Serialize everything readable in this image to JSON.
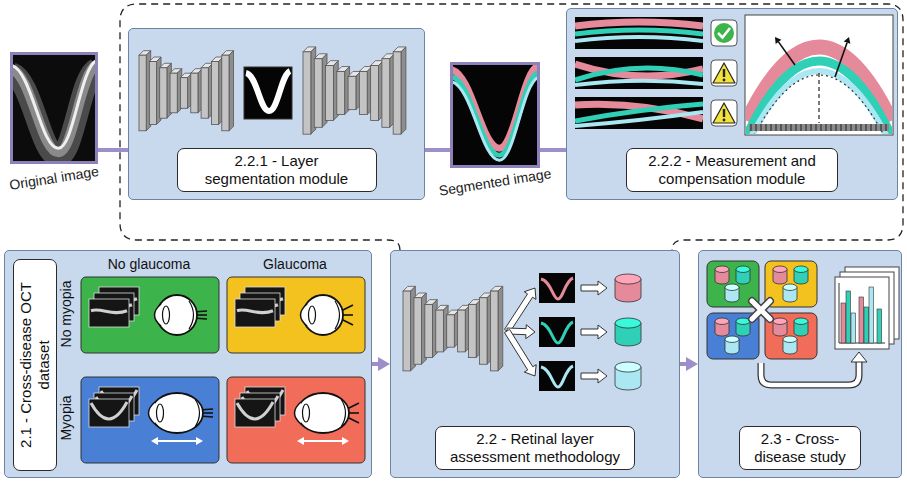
{
  "diagram": {
    "nodes": [
      {
        "text": [
          "Original image"
        ]
      },
      {
        "text": [
          "2.2.1 - Layer segmentation module"
        ]
      },
      {
        "text": [
          "Segmented image"
        ]
      },
      {
        "text": [
          "2.2.2 - Measurement and compensation module"
        ]
      },
      {
        "text": [
          "2.1 - Cross-disease OCT dataset"
        ]
      },
      {
        "text": [
          "2.2 - Retinal layer assessment methodology"
        ]
      },
      {
        "text": [
          "2.3 - Cross-disease study"
        ]
      }
    ],
    "edges": [
      {
        "from": 0,
        "to": 1,
        "arrow": "none"
      },
      {
        "from": 1,
        "to": 2,
        "arrow": "none"
      },
      {
        "from": 2,
        "to": 3,
        "arrow": "none"
      },
      {
        "from": 4,
        "to": 5,
        "arrow": "to"
      },
      {
        "from": 5,
        "to": 6,
        "arrow": "to"
      }
    ],
    "labels": [
      "No glaucoma",
      "Glaucoma",
      "No myopia",
      "Myopia"
    ]
  }
}
